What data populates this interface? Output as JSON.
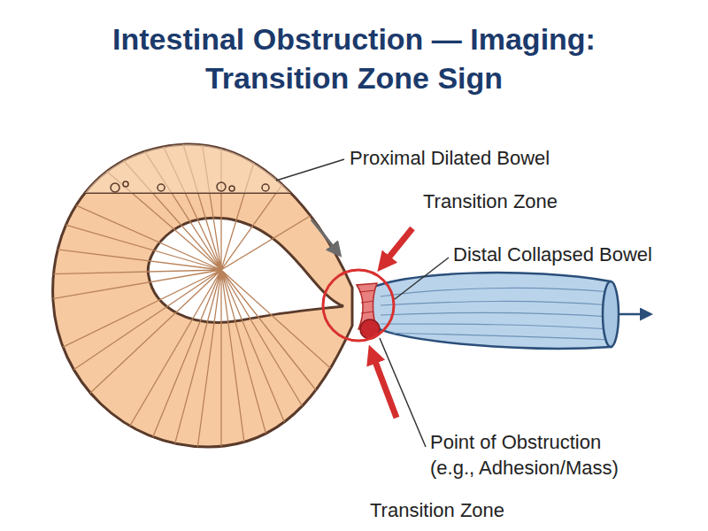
{
  "diagram": {
    "title": "Intestinal Obstruction — Imaging: Transition Zone Sign",
    "labels": [
      "Proximal Dilated Bowel",
      "Transition Zone",
      "Distal Collapsed Bowel",
      "Point of Obstruction (e.g., Adhesion/Mass)",
      "Transition Zone"
    ]
  }
}
